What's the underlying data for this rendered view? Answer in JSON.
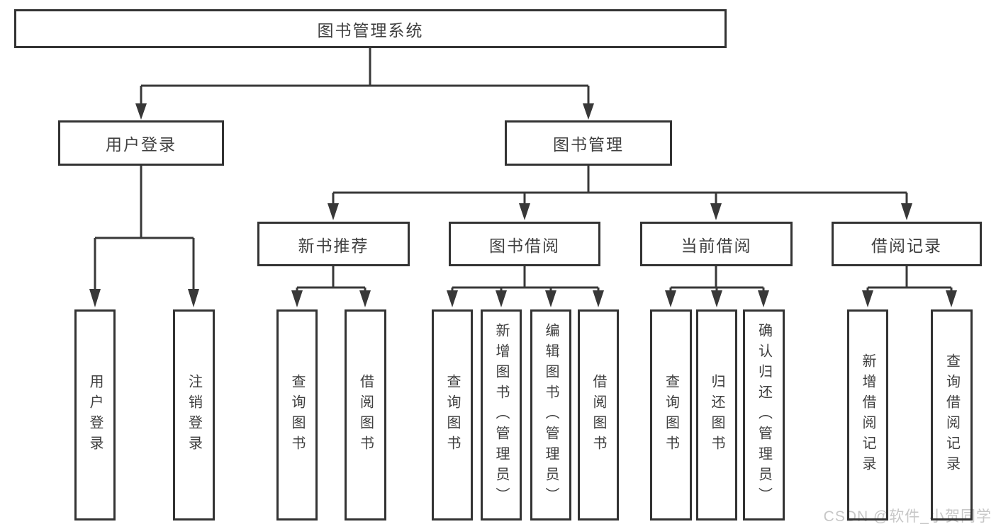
{
  "diagram": {
    "colors": {
      "background": "#ffffff",
      "line": "#383838",
      "box_border": "#333333",
      "text": "#3f3f3f",
      "watermark": "#c7c7c7"
    },
    "watermark": "CSDN @软件_小贺同学",
    "tree": {
      "label": "图书管理系统",
      "children": [
        {
          "label": "用户登录",
          "children": [
            {
              "label": "用户登录"
            },
            {
              "label": "注销登录"
            }
          ]
        },
        {
          "label": "图书管理",
          "children": [
            {
              "label": "新书推荐",
              "children": [
                {
                  "label": "查询图书"
                },
                {
                  "label": "借阅图书"
                }
              ]
            },
            {
              "label": "图书借阅",
              "children": [
                {
                  "label": "查询图书"
                },
                {
                  "label": "新增图书（管理员）"
                },
                {
                  "label": "编辑图书（管理员）"
                },
                {
                  "label": "借阅图书"
                }
              ]
            },
            {
              "label": "当前借阅",
              "children": [
                {
                  "label": "查询图书"
                },
                {
                  "label": "归还图书"
                },
                {
                  "label": "确认归还（管理员）"
                }
              ]
            },
            {
              "label": "借阅记录",
              "children": [
                {
                  "label": "新增借阅记录"
                },
                {
                  "label": "查询借阅记录"
                }
              ]
            }
          ]
        }
      ]
    }
  }
}
